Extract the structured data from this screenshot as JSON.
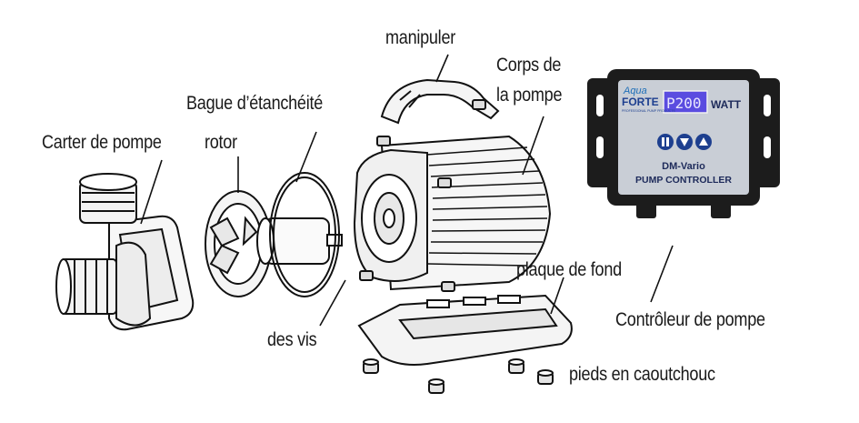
{
  "labels": {
    "manipuler": "manipuler",
    "corps_line1": "Corps de",
    "corps_line2": "la pompe",
    "bague": "Bague d’étanchéité",
    "rotor": "rotor",
    "carter": "Carter de pompe",
    "plaque": "plaque de fond",
    "controleur": "Contrôleur de pompe",
    "vis": "des vis",
    "pieds": "pieds en caoutchouc"
  },
  "controller": {
    "brand_top": "Aqua",
    "brand_bottom": "FORTE",
    "brand_tagline": "PROFESSIONAL PUMP PRODUCTS",
    "display": "P200",
    "unit": "WATT",
    "model": "DM-Vario",
    "subtitle": "PUMP CONTROLLER",
    "colors": {
      "body": "#1c1c1c",
      "faceplate": "#c9ced6",
      "display_bg": "#5a4ce0",
      "display_text": "#e8e6ff",
      "button": "#1d3f8f",
      "brand_top": "#1f6fb8",
      "brand_bottom": "#1d3f8f",
      "text": "#1d2a5a"
    },
    "buttons": [
      "pause-icon",
      "down-triangle-icon",
      "up-triangle-icon"
    ]
  }
}
